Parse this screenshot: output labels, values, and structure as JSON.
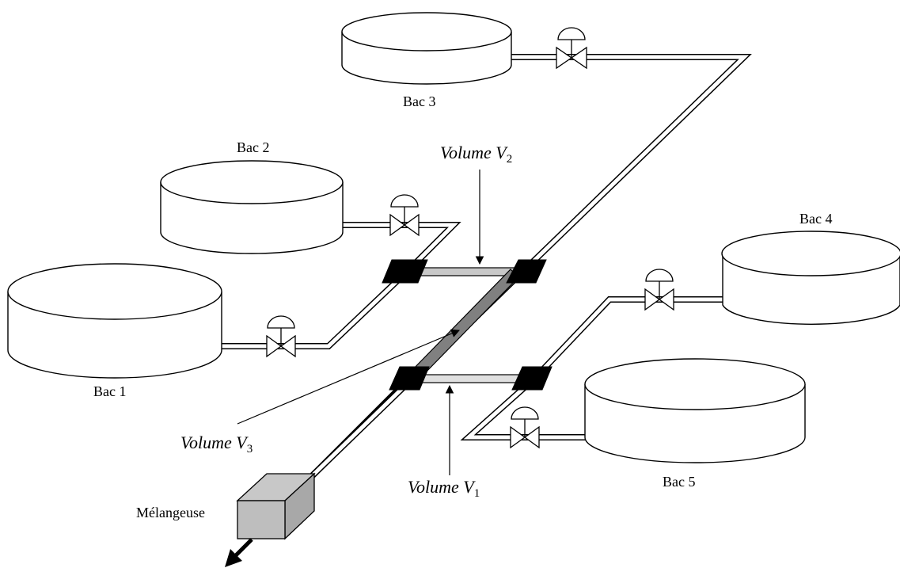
{
  "tanks": {
    "bac1": "Bac 1",
    "bac2": "Bac 2",
    "bac3": "Bac 3",
    "bac4": "Bac 4",
    "bac5": "Bac 5"
  },
  "mixer": "Mélangeuse",
  "volumes": {
    "v1": {
      "text": "Volume V",
      "sub": "1"
    },
    "v2": {
      "text": "Volume V",
      "sub": "2"
    },
    "v3": {
      "text": "Volume V",
      "sub": "3"
    }
  },
  "colors": {
    "volume_v3_fill": "#808080",
    "volume_v1_v2_fill": "#c8c8c8",
    "mixer_fill": "#c0c0c0",
    "flange": "#000000"
  },
  "icons": [
    "valve-icon",
    "pressure-actuator-icon",
    "outlet-arrow-icon"
  ]
}
